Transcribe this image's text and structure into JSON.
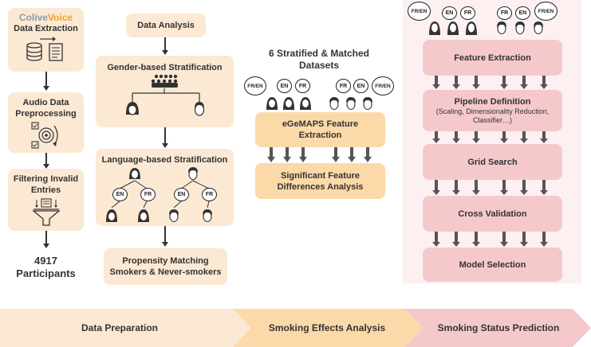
{
  "col1": {
    "brand_part1": "Colive",
    "brand_part2": "Voice",
    "step1": "Data Extraction",
    "step2_line1": "Audio Data",
    "step2_line2": "Preprocessing",
    "step3_line1": "Filtering Invalid",
    "step3_line2": "Entries",
    "result_line1": "4917",
    "result_line2": "Participants"
  },
  "col2": {
    "data_analysis": "Data Analysis",
    "gender_strat": "Gender-based Stratification",
    "language_strat": "Language-based Stratification",
    "propensity_line1": "Propensity Matching",
    "propensity_line2": "Smokers & Never-smokers",
    "bubbles": [
      "EN",
      "FR",
      "EN",
      "FR"
    ]
  },
  "col3": {
    "title_line1": "6 Stratified & Matched",
    "title_line2": "Datasets",
    "bubbles": [
      "FR/EN",
      "EN",
      "FR",
      "FR",
      "EN",
      "FR/EN"
    ],
    "egemaps_line1": "eGeMAPS Feature",
    "egemaps_line2": "Extraction",
    "significant_line1": "Significant Feature",
    "significant_line2": "Differences Analysis"
  },
  "col4": {
    "bubbles": [
      "FR/EN",
      "EN",
      "FR",
      "FR",
      "EN",
      "FR/EN"
    ],
    "feature_extraction": "Feature Extraction",
    "pipeline_title": "Pipeline Definition",
    "pipeline_sub_line1": "(Scaling, Dimensionality Reduction,",
    "pipeline_sub_line2": "Classifier…)",
    "grid_search": "Grid Search",
    "cross_validation": "Cross Validation",
    "model_selection": "Model Selection"
  },
  "bottom": {
    "stage1": "Data Preparation",
    "stage2": "Smoking Effects Analysis",
    "stage3": "Smoking Status Prediction"
  },
  "colors": {
    "beige": "#fbe9d4",
    "orange": "#fcd9a8",
    "pink": "#f5c9cc",
    "brand_gray": "#8a9aa9",
    "brand_orange": "#f0a030",
    "arrow": "#555555"
  }
}
